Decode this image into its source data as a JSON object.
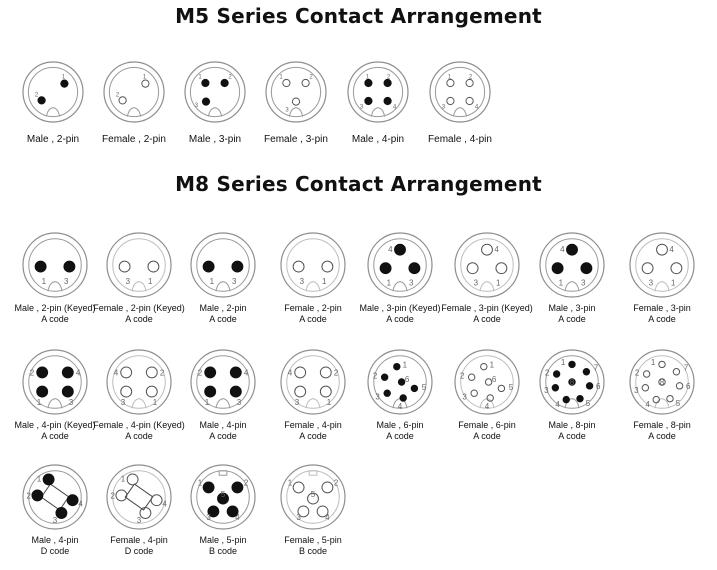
{
  "sections": [
    {
      "title": "M5 Series Contact Arrangement",
      "connectors": [
        {
          "gender": "male",
          "label": "Male , 2-pin",
          "code": "",
          "pins": [
            {
              "n": "1",
              "filled": true
            },
            {
              "n": "2",
              "filled": true
            }
          ]
        },
        {
          "gender": "female",
          "label": "Female , 2-pin",
          "code": "",
          "pins": [
            {
              "n": "1",
              "filled": false
            },
            {
              "n": "2",
              "filled": false
            }
          ]
        },
        {
          "gender": "male",
          "label": "Male , 3-pin",
          "code": "",
          "pins": [
            {
              "n": "1",
              "filled": true
            },
            {
              "n": "2",
              "filled": true
            },
            {
              "n": "3",
              "filled": true
            }
          ]
        },
        {
          "gender": "female",
          "label": "Female , 3-pin",
          "code": "",
          "pins": [
            {
              "n": "1",
              "filled": false
            },
            {
              "n": "2",
              "filled": false
            },
            {
              "n": "3",
              "filled": false
            }
          ]
        },
        {
          "gender": "male",
          "label": "Male , 4-pin",
          "code": "",
          "pins": [
            {
              "n": "1",
              "filled": true
            },
            {
              "n": "2",
              "filled": true
            },
            {
              "n": "3",
              "filled": true
            },
            {
              "n": "4",
              "filled": true
            }
          ]
        },
        {
          "gender": "female",
          "label": "Female , 4-pin",
          "code": "",
          "pins": [
            {
              "n": "1",
              "filled": false
            },
            {
              "n": "2",
              "filled": false
            },
            {
              "n": "3",
              "filled": false
            },
            {
              "n": "4",
              "filled": false
            }
          ]
        }
      ]
    },
    {
      "title": "M8 Series Contact Arrangement",
      "connectors": [
        {
          "gender": "male",
          "label": "Male , 2-pin (Keyed)",
          "code": "A code",
          "pins": [
            {
              "n": "1",
              "filled": true
            },
            {
              "n": "3",
              "filled": true
            }
          ]
        },
        {
          "gender": "female",
          "label": "Female , 2-pin (Keyed)",
          "code": "A code",
          "pins": [
            {
              "n": "3",
              "filled": false
            },
            {
              "n": "1",
              "filled": false
            }
          ]
        },
        {
          "gender": "male",
          "label": "Male , 2-pin",
          "code": "A code",
          "pins": [
            {
              "n": "1",
              "filled": true
            },
            {
              "n": "3",
              "filled": true
            }
          ]
        },
        {
          "gender": "female",
          "label": "Female , 2-pin",
          "code": "A code",
          "pins": [
            {
              "n": "3",
              "filled": false
            },
            {
              "n": "1",
              "filled": false
            }
          ]
        },
        {
          "gender": "male",
          "label": "Male , 3-pin (Keyed)",
          "code": "A code",
          "pins": [
            {
              "n": "4",
              "filled": true
            },
            {
              "n": "1",
              "filled": true
            },
            {
              "n": "3",
              "filled": true
            }
          ]
        },
        {
          "gender": "female",
          "label": "Female , 3-pin (Keyed)",
          "code": "A code",
          "pins": [
            {
              "n": "4",
              "filled": false
            },
            {
              "n": "3",
              "filled": false
            },
            {
              "n": "1",
              "filled": false
            }
          ]
        },
        {
          "gender": "male",
          "label": "Male , 3-pin",
          "code": "A code",
          "pins": [
            {
              "n": "4",
              "filled": true
            },
            {
              "n": "1",
              "filled": true
            },
            {
              "n": "3",
              "filled": true
            }
          ]
        },
        {
          "gender": "female",
          "label": "Female , 3-pin",
          "code": "A code",
          "pins": [
            {
              "n": "4",
              "filled": false
            },
            {
              "n": "3",
              "filled": false
            },
            {
              "n": "1",
              "filled": false
            }
          ]
        },
        {
          "gender": "male",
          "label": "Male , 4-pin (Keyed)",
          "code": "A code",
          "pins": [
            {
              "n": "2",
              "filled": true
            },
            {
              "n": "4",
              "filled": true
            },
            {
              "n": "1",
              "filled": true
            },
            {
              "n": "3",
              "filled": true
            }
          ]
        },
        {
          "gender": "female",
          "label": "Female , 4-pin (Keyed)",
          "code": "A code",
          "pins": [
            {
              "n": "4",
              "filled": false
            },
            {
              "n": "2",
              "filled": false
            },
            {
              "n": "3",
              "filled": false
            },
            {
              "n": "1",
              "filled": false
            }
          ]
        },
        {
          "gender": "male",
          "label": "Male , 4-pin",
          "code": "A code",
          "pins": [
            {
              "n": "2",
              "filled": true
            },
            {
              "n": "4",
              "filled": true
            },
            {
              "n": "1",
              "filled": true
            },
            {
              "n": "3",
              "filled": true
            }
          ]
        },
        {
          "gender": "female",
          "label": "Female , 4-pin",
          "code": "A code",
          "pins": [
            {
              "n": "4",
              "filled": false
            },
            {
              "n": "2",
              "filled": false
            },
            {
              "n": "3",
              "filled": false
            },
            {
              "n": "1",
              "filled": false
            }
          ]
        },
        {
          "gender": "male",
          "label": "Male , 6-pin",
          "code": "A code",
          "pins": [
            {
              "n": "1",
              "filled": true
            },
            {
              "n": "2",
              "filled": true
            },
            {
              "n": "3",
              "filled": true
            },
            {
              "n": "4",
              "filled": true
            },
            {
              "n": "5",
              "filled": true
            },
            {
              "n": "6",
              "filled": true
            }
          ]
        },
        {
          "gender": "female",
          "label": "Female , 6-pin",
          "code": "A code",
          "pins": [
            {
              "n": "1",
              "filled": false
            },
            {
              "n": "2",
              "filled": false
            },
            {
              "n": "3",
              "filled": false
            },
            {
              "n": "4",
              "filled": false
            },
            {
              "n": "5",
              "filled": false
            },
            {
              "n": "6",
              "filled": false
            }
          ]
        },
        {
          "gender": "male",
          "label": "Male , 8-pin",
          "code": "A code",
          "pins": [
            {
              "n": "1",
              "filled": true
            },
            {
              "n": "2",
              "filled": true
            },
            {
              "n": "3",
              "filled": true
            },
            {
              "n": "4",
              "filled": true
            },
            {
              "n": "5",
              "filled": true
            },
            {
              "n": "6",
              "filled": true
            },
            {
              "n": "7",
              "filled": true
            },
            {
              "n": "8",
              "filled": true
            }
          ]
        },
        {
          "gender": "female",
          "label": "Female , 8-pin",
          "code": "A code",
          "pins": [
            {
              "n": "1",
              "filled": false
            },
            {
              "n": "2",
              "filled": false
            },
            {
              "n": "3",
              "filled": false
            },
            {
              "n": "4",
              "filled": false
            },
            {
              "n": "5",
              "filled": false
            },
            {
              "n": "6",
              "filled": false
            },
            {
              "n": "7",
              "filled": false
            },
            {
              "n": "8",
              "filled": false
            }
          ]
        },
        {
          "gender": "male",
          "label": "Male , 4-pin",
          "code": "D code",
          "pins": [
            {
              "n": "1",
              "filled": true
            },
            {
              "n": "2",
              "filled": true
            },
            {
              "n": "3",
              "filled": true
            },
            {
              "n": "4",
              "filled": true
            }
          ]
        },
        {
          "gender": "female",
          "label": "Female , 4-pin",
          "code": "D code",
          "pins": [
            {
              "n": "1",
              "filled": false
            },
            {
              "n": "2",
              "filled": false
            },
            {
              "n": "3",
              "filled": false
            },
            {
              "n": "4",
              "filled": false
            }
          ]
        },
        {
          "gender": "male",
          "label": "Male , 5-pin",
          "code": "B code",
          "pins": [
            {
              "n": "1",
              "filled": true
            },
            {
              "n": "2",
              "filled": true
            },
            {
              "n": "3",
              "filled": true
            },
            {
              "n": "4",
              "filled": true
            },
            {
              "n": "5",
              "filled": true
            }
          ]
        },
        {
          "gender": "female",
          "label": "Female , 5-pin",
          "code": "B code",
          "pins": [
            {
              "n": "1",
              "filled": false
            },
            {
              "n": "2",
              "filled": false
            },
            {
              "n": "3",
              "filled": false
            },
            {
              "n": "4",
              "filled": false
            },
            {
              "n": "5",
              "filled": false
            }
          ]
        }
      ]
    }
  ]
}
